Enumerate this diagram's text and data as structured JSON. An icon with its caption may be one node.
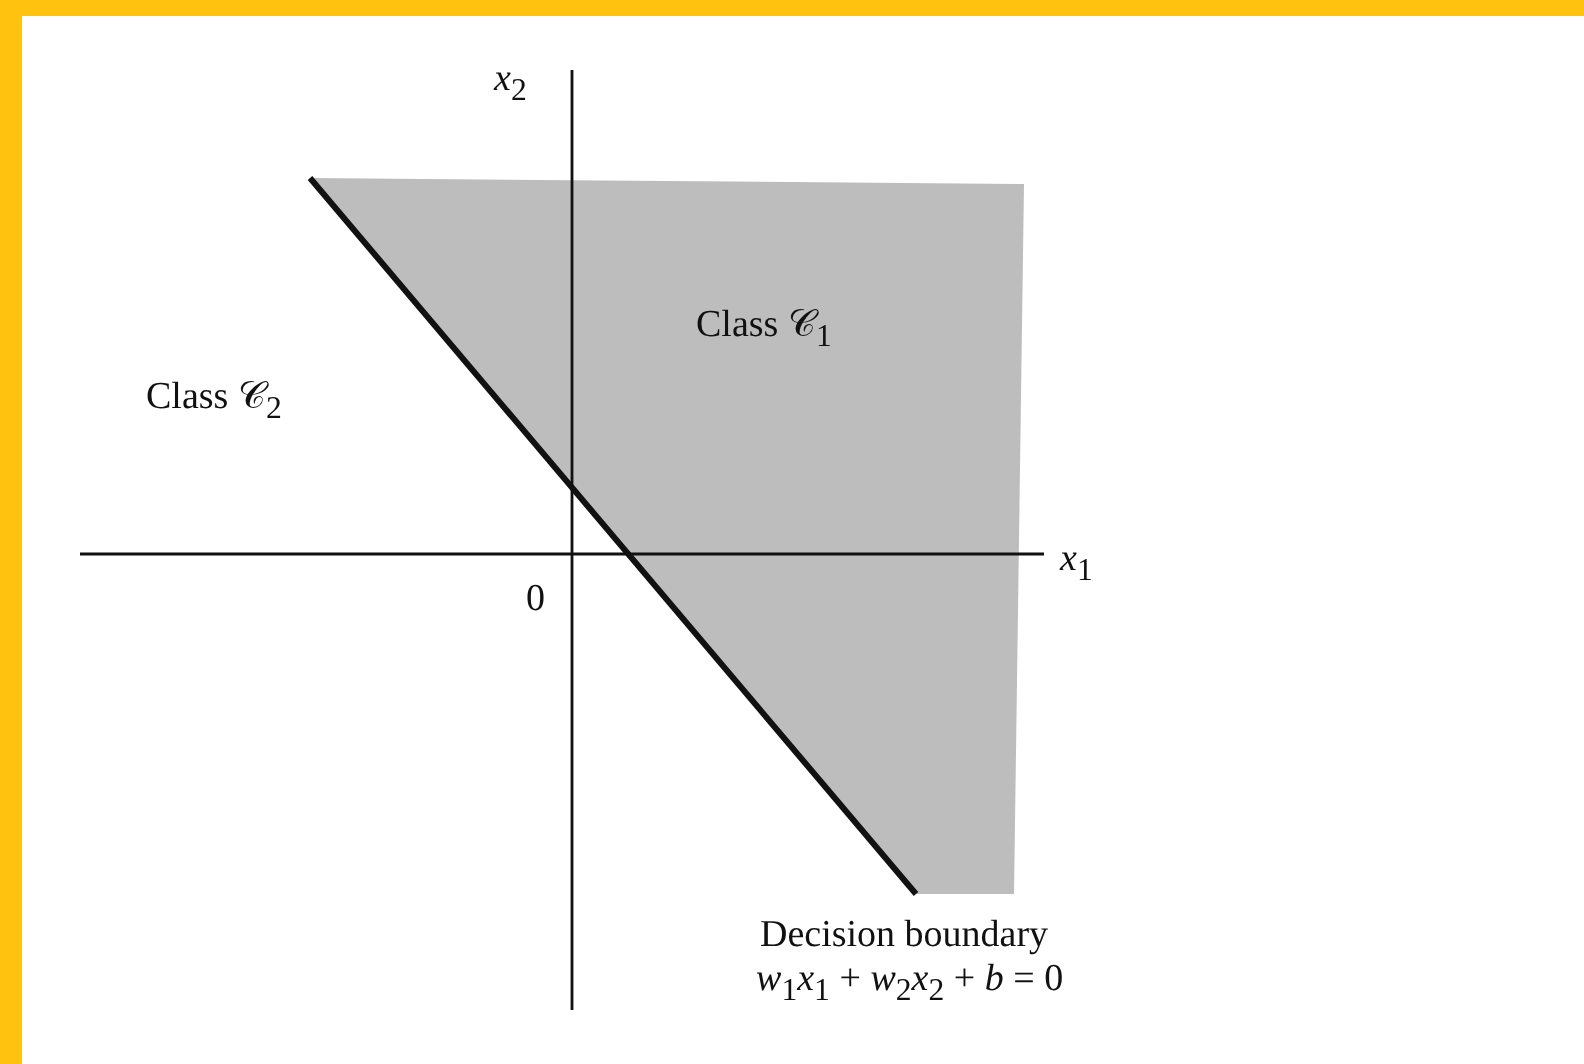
{
  "diagram": {
    "nodes": [
      {
        "text": [
          "Class 𝒞$_{1}$"
        ]
      }
    ],
    "labels": [
      "*x*$_{2}$",
      "Class 𝒞$_{2}$",
      "*x*$_{1}$",
      "0",
      "Decision boundary",
      "*w*$_{1}$*x*$_{1}$ + *w*$_{2}$*x*$_{2}$ + *b* = 0"
    ]
  }
}
